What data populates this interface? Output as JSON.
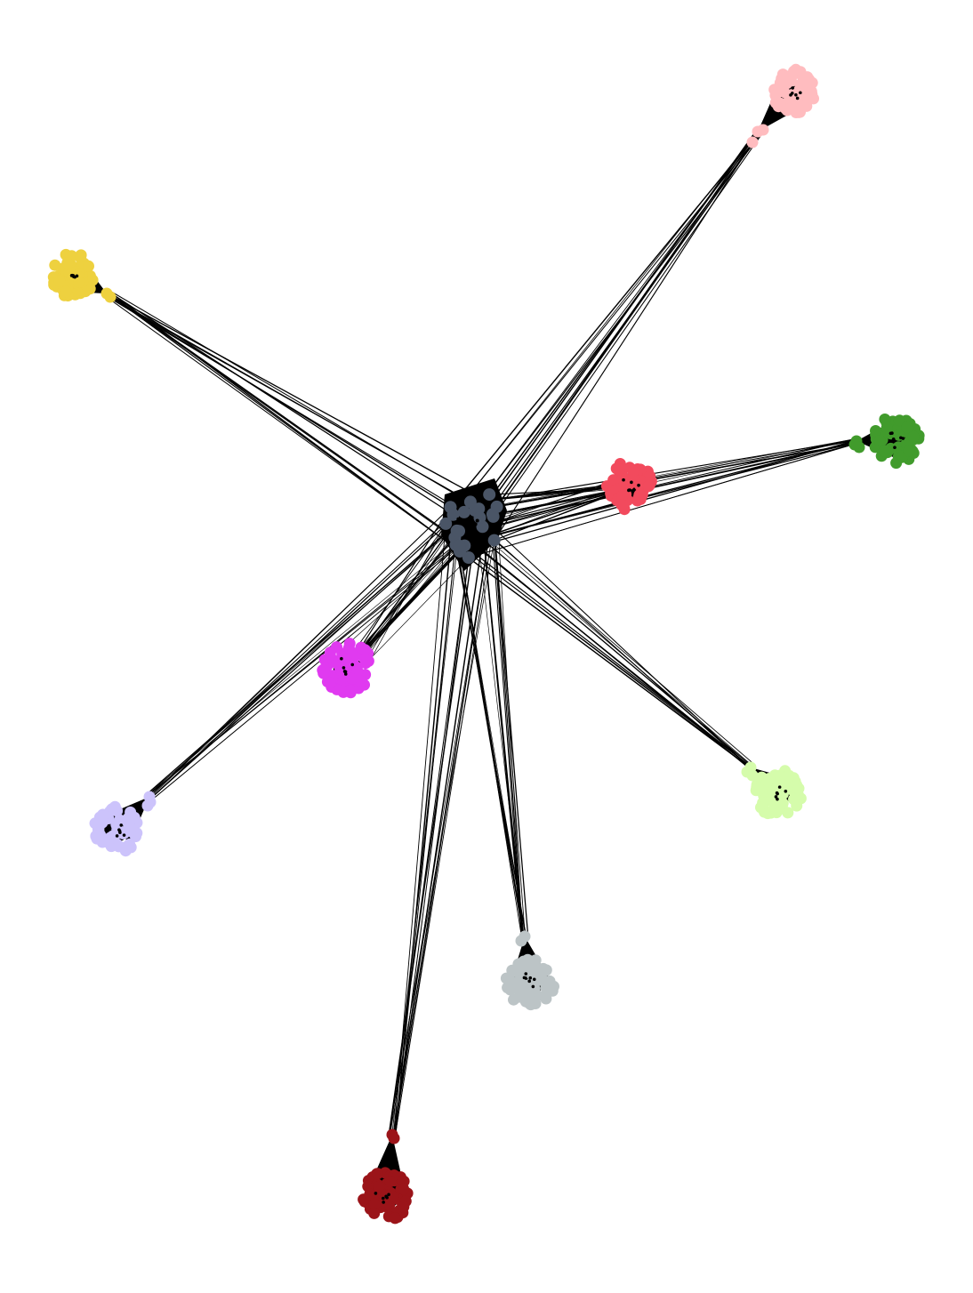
{
  "diagram": {
    "type": "network-graph",
    "hub": {
      "color": "#4a5566",
      "node_count": 22
    },
    "edge_color": "#000000",
    "clusters": [
      {
        "id": "pink",
        "color": "#ffbcbf",
        "node_count": 60
      },
      {
        "id": "yellow",
        "color": "#eed13f",
        "node_count": 60
      },
      {
        "id": "green",
        "color": "#419b2c",
        "node_count": 60
      },
      {
        "id": "red",
        "color": "#f24a5d",
        "node_count": 60
      },
      {
        "id": "magenta",
        "color": "#e03af0",
        "node_count": 60
      },
      {
        "id": "lavender",
        "color": "#ccc3fb",
        "node_count": 60
      },
      {
        "id": "light-green",
        "color": "#d5fcab",
        "node_count": 60
      },
      {
        "id": "gray",
        "color": "#bcc4c6",
        "node_count": 60
      },
      {
        "id": "dark-red",
        "color": "#9b1419",
        "node_count": 60
      }
    ]
  }
}
